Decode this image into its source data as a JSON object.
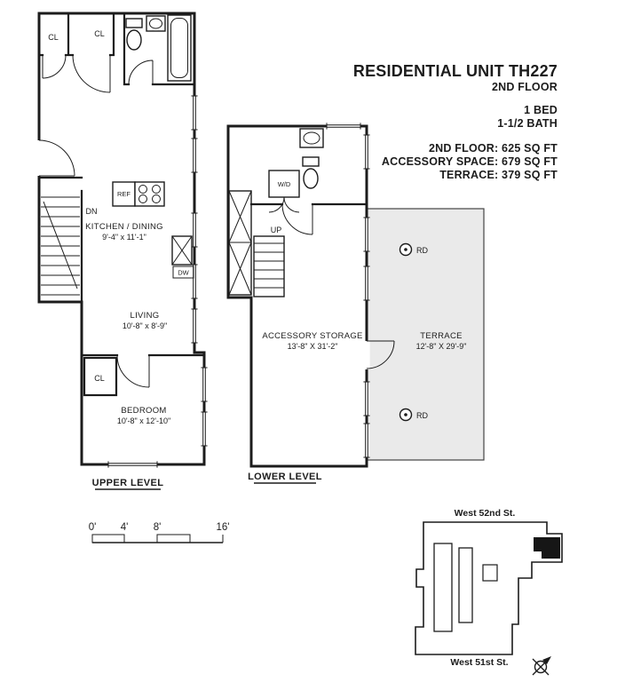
{
  "title_block": {
    "title": "RESIDENTIAL UNIT TH227",
    "floor": "2ND FLOOR",
    "bed": "1 BED",
    "bath": "1-1/2 BATH",
    "areas": {
      "floor": "2ND FLOOR: 625 SQ FT",
      "accessory": "ACCESSORY SPACE: 679 SQ FT",
      "terrace": "TERRACE: 379 SQ FT"
    }
  },
  "upper_level": {
    "label": "UPPER LEVEL",
    "kitchen_name": "KITCHEN / DINING",
    "kitchen_dims": "9'-4\" x 11'-1\"",
    "living_name": "LIVING",
    "living_dims": "10'-8\" x 8'-9\"",
    "bedroom_name": "BEDROOM",
    "bedroom_dims": "10'-8\" x 12'-10\"",
    "closet1": "CL",
    "closet2": "CL",
    "closet3": "CL",
    "stairs_down": "DN",
    "fridge": "REF",
    "dishwasher": "DW"
  },
  "lower_level": {
    "label": "LOWER LEVEL",
    "storage_name": "ACCESSORY STORAGE",
    "storage_dims": "13'-8\" X 31'-2\"",
    "washer_dryer": "W/D",
    "stairs_up": "UP"
  },
  "terrace": {
    "name": "TERRACE",
    "dims": "12'-8\" X 29'-9\"",
    "roof_drain_1": "RD",
    "roof_drain_2": "RD"
  },
  "scale_bar": {
    "ticks": [
      "0'",
      "4'",
      "8'",
      "16'"
    ]
  },
  "key_plan": {
    "street_top": "West 52nd St.",
    "street_bottom": "West 51st St."
  }
}
